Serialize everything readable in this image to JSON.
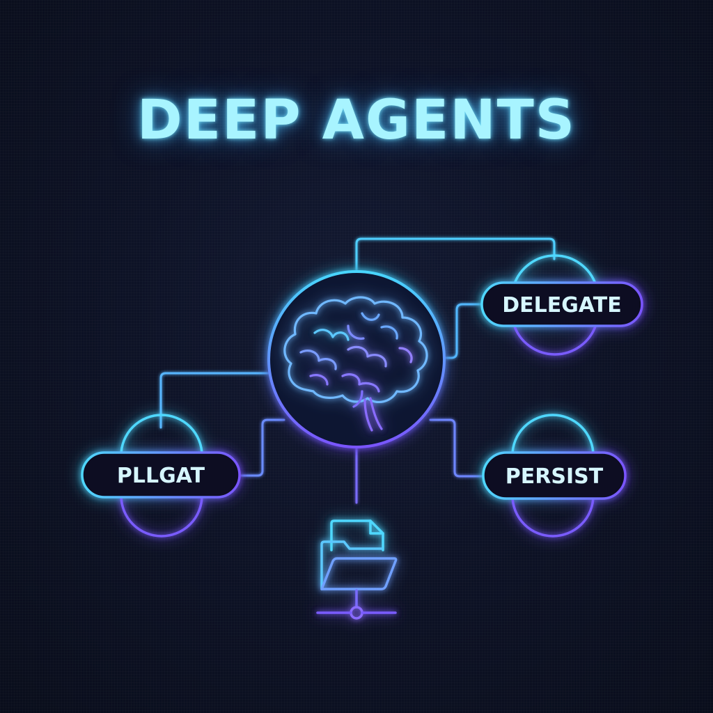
{
  "title": "DEEP AGENTS",
  "nodes": {
    "left": {
      "label": "PLLGAT"
    },
    "top_right": {
      "label": "DELEGATE"
    },
    "bottom_right": {
      "label": "PERSIST"
    }
  },
  "icons": {
    "center": "brain-icon",
    "bottom": "folder-network-icon"
  },
  "colors": {
    "background": "#0b1020",
    "title": "#a8f4ff",
    "cyan": "#4fd8ff",
    "violet": "#7a5cff",
    "pill_fill": "#0c1122"
  }
}
